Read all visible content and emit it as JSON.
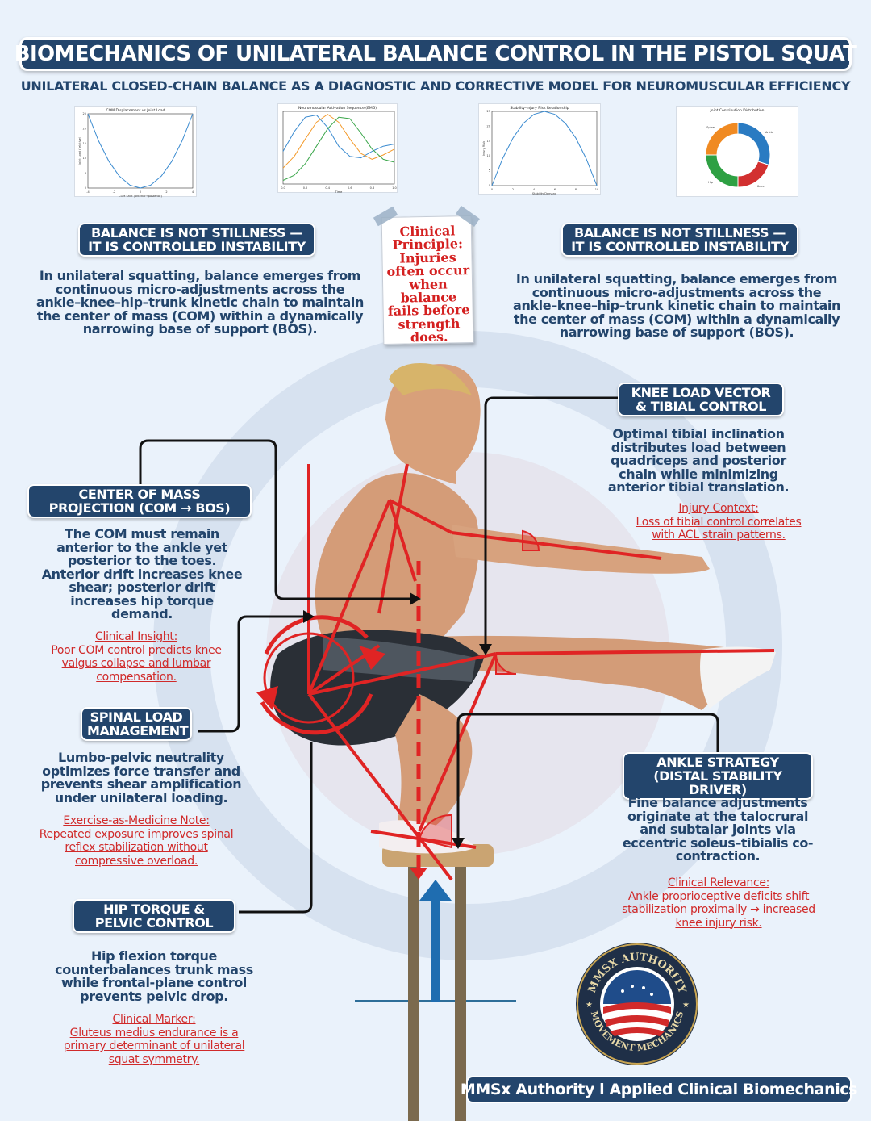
{
  "title": "BIOMECHANICS OF UNILATERAL BALANCE CONTROL IN THE PISTOL SQUAT",
  "subtitle": "UNILATERAL CLOSED-CHAIN BALANCE AS A DIAGNOSTIC AND CORRECTIVE MODEL FOR NEUROMUSCULAR EFFICIENCY",
  "mini_charts": [
    {
      "title": "COM Displacement vs Joint Load",
      "xlabel": "COM Shift (anterior→posterior)",
      "ylabel": "Joint Load (relative)",
      "xticks": [
        "-4",
        "-2",
        "0",
        "2",
        "4"
      ],
      "yticks": [
        "0",
        "5",
        "10",
        "15",
        "20",
        "25"
      ]
    },
    {
      "title": "Neuromuscular Activation Sequence (EMG)",
      "xlabel": "Time",
      "xticks": [
        "0.0",
        "0.2",
        "0.4",
        "0.6",
        "0.8",
        "1.0"
      ],
      "yticks": []
    },
    {
      "title": "Stability–Injury Risk Relationship",
      "xlabel": "Stability Demand",
      "ylabel": "Injury Risk",
      "xticks": [
        "0",
        "2",
        "4",
        "6",
        "8",
        "10"
      ],
      "yticks": [
        "0",
        "5",
        "10",
        "15",
        "20",
        "25"
      ]
    },
    {
      "title": "Joint Contribution Distribution",
      "labels": [
        "Ankle",
        "Knee",
        "Hip",
        "Spine"
      ]
    }
  ],
  "chart_data": [
    {
      "type": "line",
      "title": "COM Displacement vs Joint Load",
      "xlabel": "COM Shift (anterior→posterior)",
      "ylabel": "Joint Load (relative)",
      "xlim": [
        -5,
        5
      ],
      "ylim": [
        0,
        25
      ],
      "series": [
        {
          "x": [
            -5,
            -4,
            -3,
            -2,
            -1,
            0,
            1,
            2,
            3,
            4,
            5
          ],
          "values": [
            25,
            16,
            9,
            4,
            1,
            0,
            1,
            4,
            9,
            16,
            25
          ]
        }
      ]
    },
    {
      "type": "line",
      "title": "Neuromuscular Activation Sequence (EMG)",
      "xlabel": "Time",
      "xlim": [
        0,
        1
      ],
      "ylim": [
        0,
        1
      ],
      "series": [
        {
          "x": [
            0,
            0.1,
            0.2,
            0.3,
            0.4,
            0.5,
            0.6,
            0.7,
            0.8,
            0.9,
            1.0
          ],
          "values": [
            0.45,
            0.72,
            0.92,
            0.95,
            0.78,
            0.52,
            0.38,
            0.36,
            0.45,
            0.52,
            0.55
          ]
        },
        {
          "x": [
            0,
            0.1,
            0.2,
            0.3,
            0.4,
            0.5,
            0.6,
            0.7,
            0.8,
            0.9,
            1.0
          ],
          "values": [
            0.22,
            0.38,
            0.62,
            0.85,
            0.96,
            0.85,
            0.62,
            0.42,
            0.34,
            0.4,
            0.48
          ]
        },
        {
          "x": [
            0,
            0.1,
            0.2,
            0.3,
            0.4,
            0.5,
            0.6,
            0.7,
            0.8,
            0.9,
            1.0
          ],
          "values": [
            0.05,
            0.12,
            0.28,
            0.52,
            0.76,
            0.92,
            0.9,
            0.7,
            0.48,
            0.34,
            0.3
          ]
        }
      ]
    },
    {
      "type": "line",
      "title": "Stability–Injury Risk Relationship",
      "xlabel": "Stability Demand",
      "ylabel": "Injury Risk",
      "xlim": [
        0,
        10
      ],
      "ylim": [
        0,
        25
      ],
      "series": [
        {
          "x": [
            0,
            1,
            2,
            3,
            4,
            5,
            6,
            7,
            8,
            9,
            10
          ],
          "values": [
            0,
            9,
            16,
            21,
            24,
            25,
            24,
            21,
            16,
            9,
            0
          ]
        }
      ]
    },
    {
      "type": "pie",
      "title": "Joint Contribution Distribution",
      "categories": [
        "Ankle",
        "Knee",
        "Hip",
        "Spine"
      ],
      "values": [
        30,
        20,
        25,
        25
      ]
    }
  ],
  "sections": {
    "left_top": {
      "title": "BALANCE IS NOT STILLNESS — IT IS CONTROLLED INSTABILITY",
      "body": "In unilateral squatting, balance emerges from continuous micro-adjustments across the ankle–knee–hip–trunk kinetic chain to maintain the center of mass (COM) within a dynamically narrowing base of support (BOS)."
    },
    "right_top": {
      "title": "BALANCE IS NOT STILLNESS — IT IS CONTROLLED INSTABILITY",
      "body": "In unilateral squatting, balance emerges from continuous micro-adjustments across the ankle–knee–hip–trunk kinetic chain to maintain the center of mass (COM) within a dynamically narrowing base of support (BOS)."
    },
    "com": {
      "title": "CENTER OF MASS PROJECTION (COM → BOS)",
      "body": "The COM must remain anterior to the ankle yet posterior to the toes. Anterior drift increases knee shear; posterior drift increases hip torque demand.",
      "note_label": "Clinical Insight:",
      "note": "Poor COM control predicts knee valgus collapse and lumbar compensation."
    },
    "spinal": {
      "title": "SPINAL LOAD MANAGEMENT",
      "body": "Lumbo-pelvic neutrality optimizes force transfer and prevents shear amplification under unilateral loading.",
      "note_label": "Exercise-as-Medicine Note:",
      "note": "Repeated exposure improves spinal reflex stabilization without compressive overload."
    },
    "hip": {
      "title": "HIP TORQUE & PELVIC CONTROL",
      "body": "Hip flexion torque counterbalances trunk mass while frontal-plane control prevents pelvic drop.",
      "note_label": "Clinical Marker:",
      "note": "Gluteus medius endurance is a primary determinant of unilateral squat symmetry."
    },
    "knee": {
      "title": "KNEE LOAD VECTOR & TIBIAL CONTROL",
      "body": "Optimal tibial inclination distributes load between quadriceps and posterior chain while minimizing anterior tibial translation.",
      "note_label": "Injury Context:",
      "note": "Loss of tibial control correlates with ACL strain patterns."
    },
    "ankle": {
      "title": "ANKLE STRATEGY (DISTAL STABILITY DRIVER)",
      "body": "Fine balance adjustments originate at the talocrural and subtalar joints via eccentric soleus–tibialis co-contraction.",
      "note_label": "Clinical Relevance:",
      "note": "Ankle proprioceptive deficits shift stabilization proximally → increased knee injury risk."
    }
  },
  "sticky_note": "Clinical Principle: Injuries often occur when balance fails before strength does.",
  "logo": {
    "top_text": "MMSX AUTHORITY",
    "bottom_text": "MOVEMENT MECHANICS"
  },
  "footer": "MMSx Authority l Applied Clinical Biomechanics",
  "colors": {
    "navy": "#23456c",
    "red": "#e02424",
    "note_red": "#d02a2a",
    "background": "#eaf2fb"
  }
}
